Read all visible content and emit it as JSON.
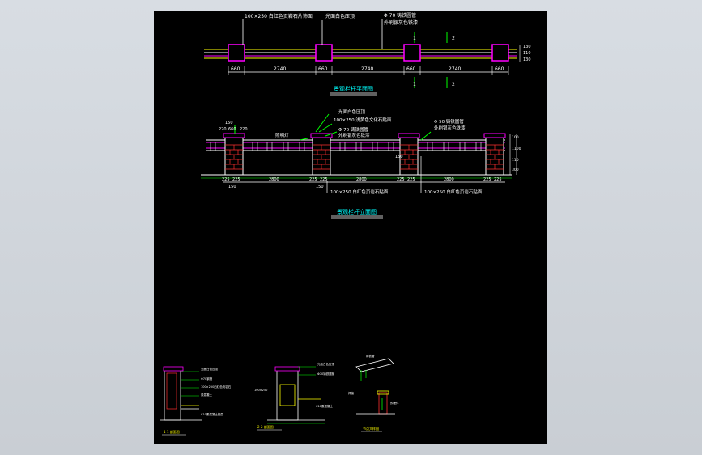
{
  "plan": {
    "title": "景观栏杆平面图",
    "label_stone": "100×250 白红色页岩石片饰面",
    "label_cap": "光面白色压顶",
    "label_rail1": "Φ 70 铸铁圆管",
    "label_rail2": "外刷银灰色铁漆",
    "section_mark_1": "1",
    "section_mark_2": "2",
    "dims_bottom": [
      "660",
      "2740",
      "660",
      "2740",
      "660",
      "2740",
      "660"
    ],
    "dims_right": [
      "130",
      "110",
      "130"
    ]
  },
  "elevation": {
    "title": "景观栏杆立面图",
    "label_cap": "光面白色压顶",
    "label_culture": "100×250 浅黄色文化石贴面",
    "label_rail1": "Φ 70 铸铁圆管",
    "label_rail2": "外刷银灰色铁漆",
    "label_rail1b": "Φ 50 铸铁圆管",
    "label_rail2b": "外刷银灰色铁漆",
    "label_lamp": "照明灯",
    "label_stone_bottom": "100×250 白红色页岩石贴面",
    "label_stone_bottom2": "100×250 白红色页岩石贴面",
    "dims_top": [
      "150",
      "220",
      "660",
      "220"
    ],
    "dims_bottom": [
      "225",
      "225",
      "2800",
      "225",
      "225",
      "2800",
      "225",
      "225",
      "2800",
      "225",
      "225"
    ],
    "dims_bottom2": [
      "150",
      "150"
    ],
    "dims_side": [
      "300",
      "110",
      "1100",
      "100"
    ],
    "dim_mid": "150"
  },
  "details": {
    "d1_title": "1-1 剖面图",
    "d2_title": "2-2 剖面图",
    "d3_title": "节点大样图",
    "d1_labels": [
      "光面白色压顶",
      "Φ70钢管",
      "100×250白红色页岩石",
      "素混凝土",
      "C10素混凝土垫层"
    ],
    "d2_labels": [
      "光面白色压顶",
      "Φ70铸铁圆管",
      "100×250",
      "C10素混凝土"
    ],
    "d3_labels": [
      "铸铁管",
      "焊接",
      "预埋件"
    ]
  },
  "colors": {
    "background": "#000000",
    "frame": "#c9ced4",
    "line_white": "#ffffff",
    "line_magenta": "#ff00ff",
    "line_green": "#00ff00",
    "line_yellow": "#ffff00",
    "line_cyan": "#00ffff",
    "line_red": "#ff3030"
  }
}
